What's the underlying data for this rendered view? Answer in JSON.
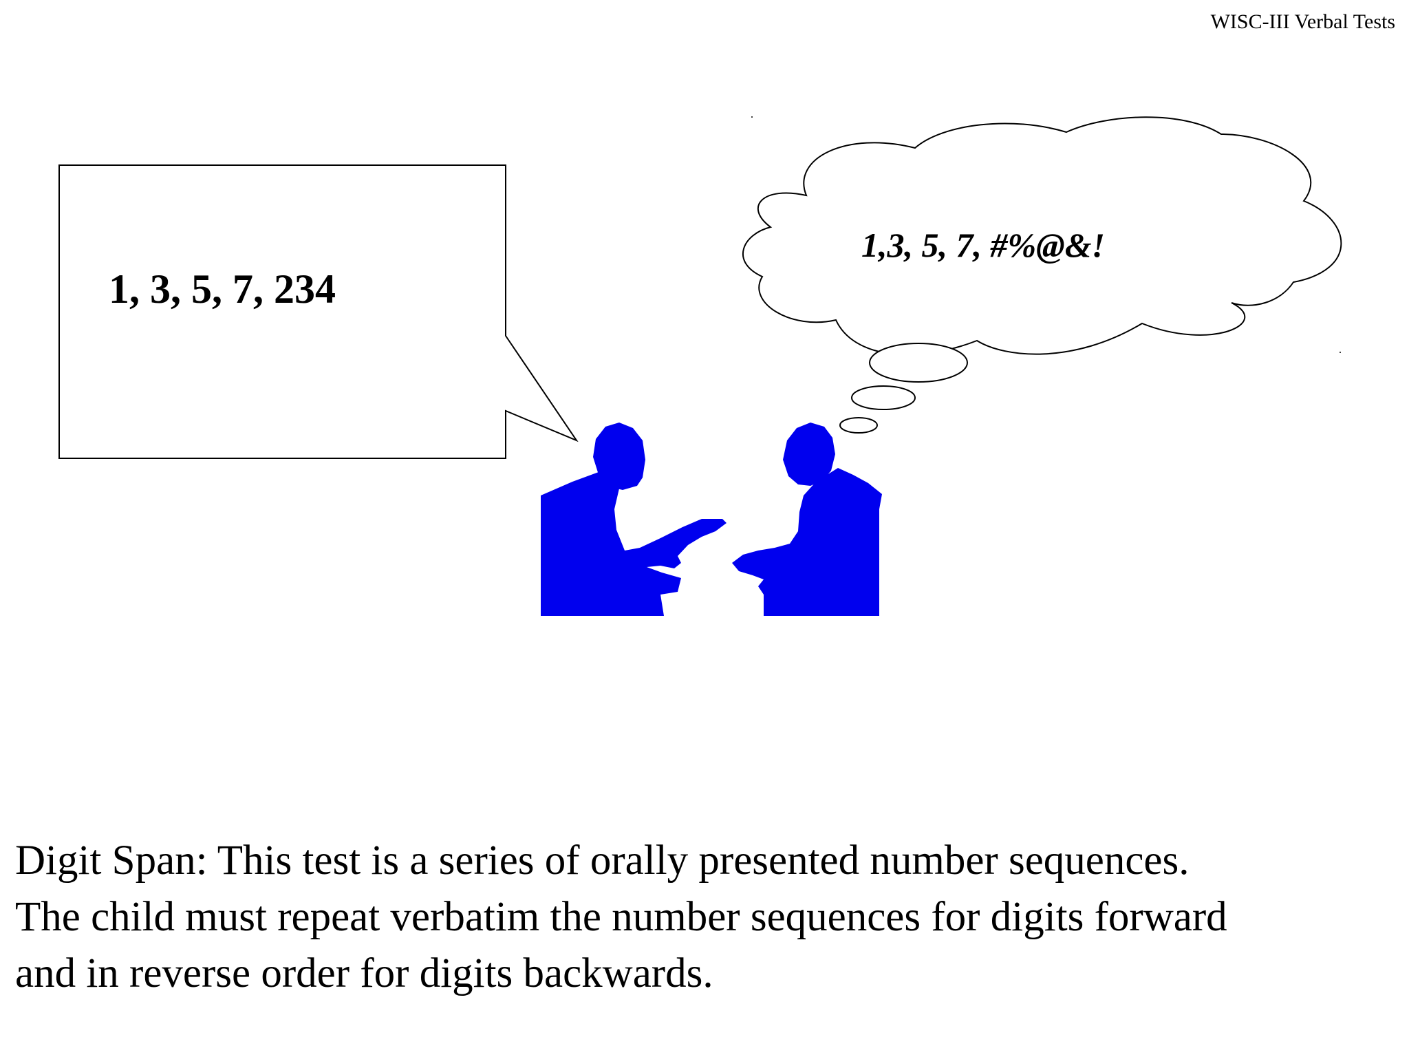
{
  "slide": {
    "header": "WISC-III Verbal Tests",
    "speech_bubble_text": "1, 3, 5, 7, 234",
    "thought_bubble_text": "1,3, 5, 7, #%@&!",
    "description_lines": [
      "Digit Span: This test is a series of orally presented number sequences.",
      "The child must repeat verbatim the number sequences for digits forward",
      "and in reverse order for digits backwards."
    ]
  },
  "colors": {
    "figure": "#0000ee",
    "outline": "#000000",
    "background": "#ffffff"
  },
  "icons": {
    "speaker": "examiner-silhouette",
    "listener": "child-silhouette"
  }
}
